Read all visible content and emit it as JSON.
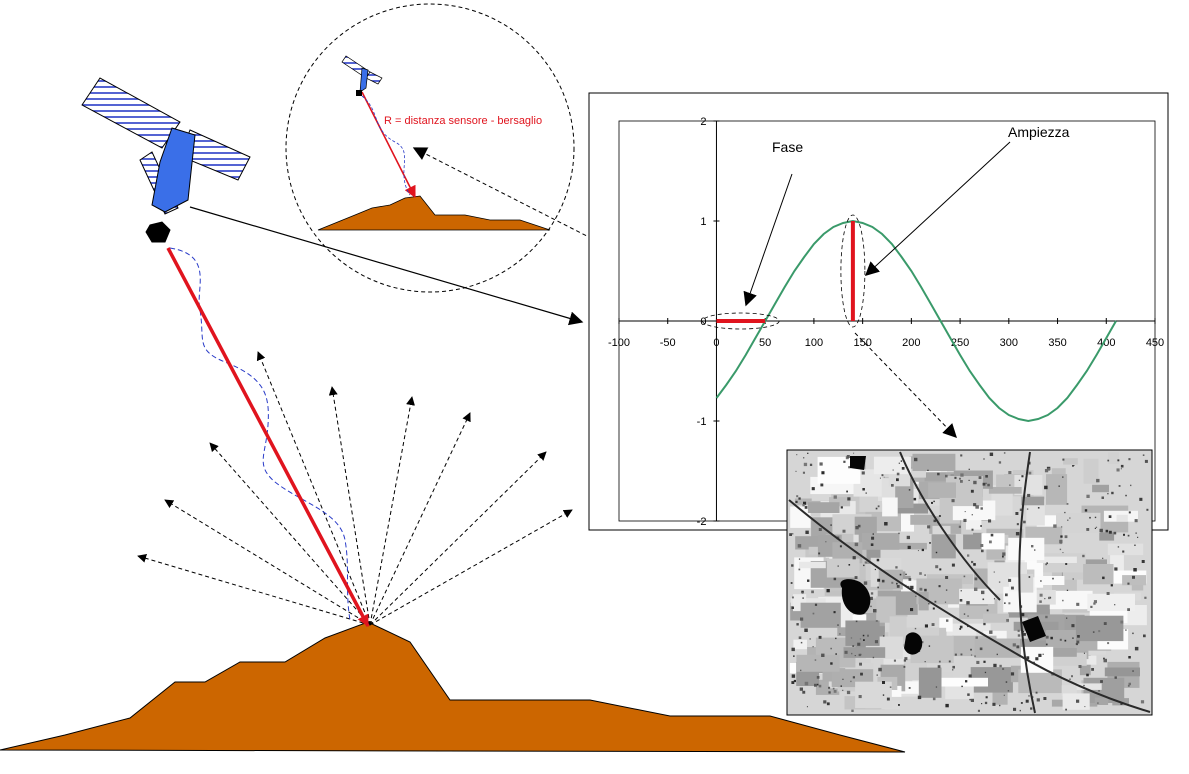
{
  "inset": {
    "range_label": "R = distanza sensore - bersaglio"
  },
  "chart_data": {
    "type": "line",
    "x_ticks": [
      -100,
      -50,
      0,
      50,
      100,
      150,
      200,
      250,
      300,
      350,
      400,
      450
    ],
    "y_ticks": [
      2,
      1,
      0,
      -1,
      -2
    ],
    "xlim": [
      -100,
      450
    ],
    "ylim": [
      -2,
      2
    ],
    "series": [
      {
        "x": [
          0,
          10,
          20,
          30,
          40,
          50,
          60,
          70,
          80,
          90,
          100,
          110,
          120,
          130,
          140,
          150,
          160,
          170,
          180,
          190,
          200,
          210,
          220,
          230,
          240,
          250,
          260,
          270,
          280,
          290,
          300,
          310,
          320,
          330,
          340,
          350,
          360,
          370,
          380,
          390,
          400,
          410
        ],
        "y": [
          -0.77,
          -0.64,
          -0.5,
          -0.34,
          -0.17,
          0.0,
          0.17,
          0.34,
          0.5,
          0.64,
          0.77,
          0.87,
          0.94,
          0.98,
          1.0,
          0.98,
          0.94,
          0.87,
          0.77,
          0.64,
          0.5,
          0.34,
          0.17,
          0.0,
          -0.17,
          -0.34,
          -0.5,
          -0.64,
          -0.77,
          -0.87,
          -0.94,
          -0.98,
          -1.0,
          -0.98,
          -0.94,
          -0.87,
          -0.77,
          -0.64,
          -0.5,
          -0.34,
          -0.17,
          0.0
        ]
      }
    ],
    "phase_label": "Fase",
    "amplitude_label": "Ampiezza",
    "phase_segment": [
      0,
      50
    ],
    "amplitude_x": 140,
    "colors": {
      "curve": "#3a9a6a",
      "marker": "#e0141e"
    }
  },
  "colors": {
    "terrain": "#cc6600",
    "satellite": "#3a6fe8",
    "beam": "#e0141e",
    "wave": "#2a3cc8"
  }
}
